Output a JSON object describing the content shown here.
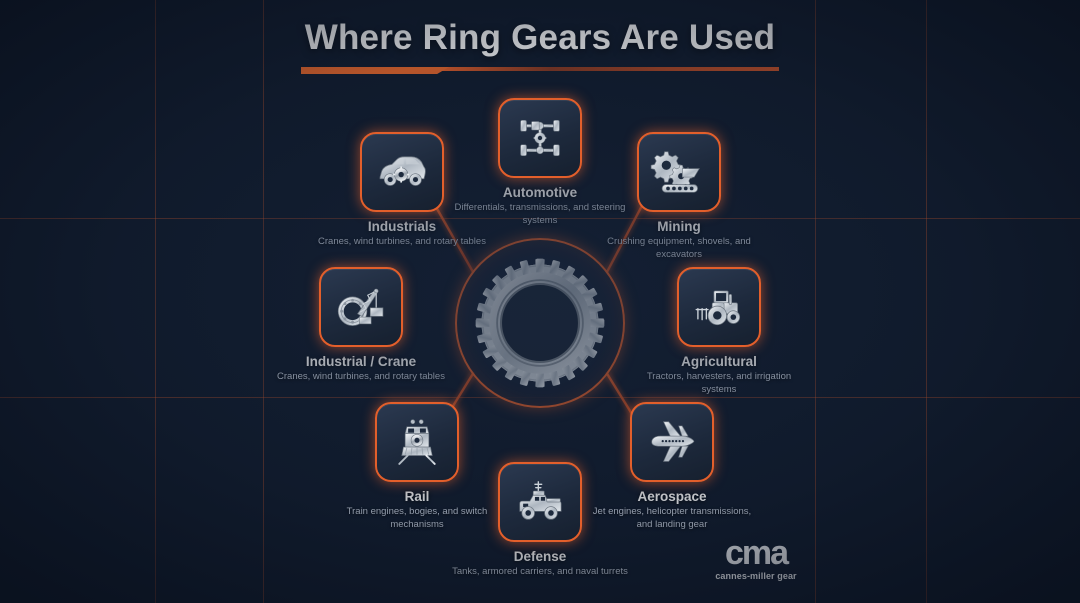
{
  "header": {
    "title": "Where Ring Gears Are Used"
  },
  "colors": {
    "background": "#111c2e",
    "accent": "#e35f2b",
    "tile_fill": "#253248",
    "label": "#ffffff",
    "desc": "#c3ccda",
    "grid_line": "#d35a2c"
  },
  "center": {
    "icon": "ring-gear-icon",
    "label": ""
  },
  "nodes": [
    {
      "id": "automotive",
      "label": "Automotive",
      "desc": "Differentials, transmissions, and steering systems",
      "icon": "car-chassis-drivetrain-icon"
    },
    {
      "id": "industrials",
      "label": "Industrials",
      "desc": "Cranes, wind turbines, and rotary tables",
      "icon": "car-with-gear-icon"
    },
    {
      "id": "mining",
      "label": "Mining",
      "desc": "Crushing equipment, shovels, and excavators",
      "icon": "gears-conveyor-icon"
    },
    {
      "id": "industrial-crane",
      "label": "Industrial / Crane",
      "desc": "Cranes, wind turbines, and rotary tables",
      "icon": "slewing-ring-crane-icon"
    },
    {
      "id": "agricultural",
      "label": "Agricultural",
      "desc": "Tractors, harvesters, and irrigation systems",
      "icon": "tractor-icon"
    },
    {
      "id": "rail",
      "label": "Rail",
      "desc": "Train engines, bogies, and switch mechanisms",
      "icon": "locomotive-icon"
    },
    {
      "id": "aerospace",
      "label": "Aerospace",
      "desc": "Jet engines, helicopter transmissions, and landing gear",
      "icon": "airplane-icon"
    },
    {
      "id": "defense",
      "label": "Defense",
      "desc": "Tanks, armored carriers, and naval turrets",
      "icon": "armored-vehicle-icon"
    }
  ],
  "logo": {
    "mark": "cma",
    "tagline": "cannes-miller gear"
  }
}
